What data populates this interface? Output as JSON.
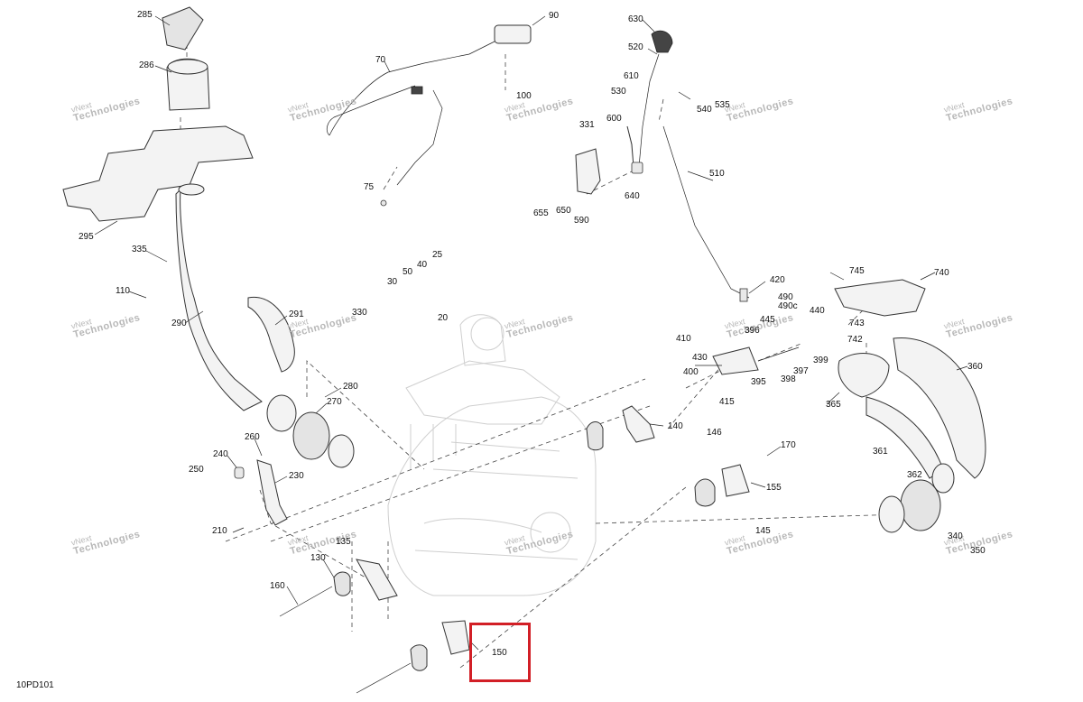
{
  "drawing_ref": "10PD101",
  "watermark": {
    "line1": "vNext",
    "line2": "Technologies"
  },
  "callouts": [
    {
      "id": "c285",
      "text": "285"
    },
    {
      "id": "c286",
      "text": "286"
    },
    {
      "id": "c295",
      "text": "295"
    },
    {
      "id": "c335",
      "text": "335"
    },
    {
      "id": "c110",
      "text": "110"
    },
    {
      "id": "c290",
      "text": "290"
    },
    {
      "id": "c291",
      "text": "291"
    },
    {
      "id": "c330",
      "text": "330"
    },
    {
      "id": "c280",
      "text": "280"
    },
    {
      "id": "c270",
      "text": "270"
    },
    {
      "id": "c260",
      "text": "260"
    },
    {
      "id": "c240",
      "text": "240"
    },
    {
      "id": "c250",
      "text": "250"
    },
    {
      "id": "c230",
      "text": "230"
    },
    {
      "id": "c210",
      "text": "210"
    },
    {
      "id": "c160",
      "text": "160"
    },
    {
      "id": "c130",
      "text": "130"
    },
    {
      "id": "c135",
      "text": "135"
    },
    {
      "id": "c150",
      "text": "150"
    },
    {
      "id": "c70",
      "text": "70"
    },
    {
      "id": "c75",
      "text": "75"
    },
    {
      "id": "c90",
      "text": "90"
    },
    {
      "id": "c100",
      "text": "100"
    },
    {
      "id": "c25",
      "text": "25"
    },
    {
      "id": "c40",
      "text": "40"
    },
    {
      "id": "c50",
      "text": "50"
    },
    {
      "id": "c30",
      "text": "30"
    },
    {
      "id": "c20",
      "text": "20"
    },
    {
      "id": "c630",
      "text": "630"
    },
    {
      "id": "c520",
      "text": "520"
    },
    {
      "id": "c610",
      "text": "610"
    },
    {
      "id": "c530",
      "text": "530"
    },
    {
      "id": "c600",
      "text": "600"
    },
    {
      "id": "c331",
      "text": "331"
    },
    {
      "id": "c655",
      "text": "655"
    },
    {
      "id": "c650",
      "text": "650"
    },
    {
      "id": "c590",
      "text": "590"
    },
    {
      "id": "c640",
      "text": "640"
    },
    {
      "id": "c540",
      "text": "540"
    },
    {
      "id": "c535",
      "text": "535"
    },
    {
      "id": "c510",
      "text": "510"
    },
    {
      "id": "c420",
      "text": "420"
    },
    {
      "id": "c490",
      "text": "490"
    },
    {
      "id": "c490c",
      "text": "490c"
    },
    {
      "id": "c396",
      "text": "396"
    },
    {
      "id": "c445",
      "text": "445"
    },
    {
      "id": "c440",
      "text": "440"
    },
    {
      "id": "c410",
      "text": "410"
    },
    {
      "id": "c430",
      "text": "430"
    },
    {
      "id": "c400",
      "text": "400"
    },
    {
      "id": "c415",
      "text": "415"
    },
    {
      "id": "c395",
      "text": "395"
    },
    {
      "id": "c397",
      "text": "397"
    },
    {
      "id": "c398",
      "text": "398"
    },
    {
      "id": "c399",
      "text": "399"
    },
    {
      "id": "c140",
      "text": "140"
    },
    {
      "id": "c146",
      "text": "146"
    },
    {
      "id": "c170",
      "text": "170"
    },
    {
      "id": "c155",
      "text": "155"
    },
    {
      "id": "c145",
      "text": "145"
    },
    {
      "id": "c745",
      "text": "745"
    },
    {
      "id": "c740",
      "text": "740"
    },
    {
      "id": "c743",
      "text": "743"
    },
    {
      "id": "c742",
      "text": "742"
    },
    {
      "id": "c360",
      "text": "360"
    },
    {
      "id": "c365",
      "text": "365"
    },
    {
      "id": "c361",
      "text": "361"
    },
    {
      "id": "c362",
      "text": "362"
    },
    {
      "id": "c340",
      "text": "340"
    },
    {
      "id": "c350",
      "text": "350"
    }
  ],
  "highlighted_callout": "150"
}
